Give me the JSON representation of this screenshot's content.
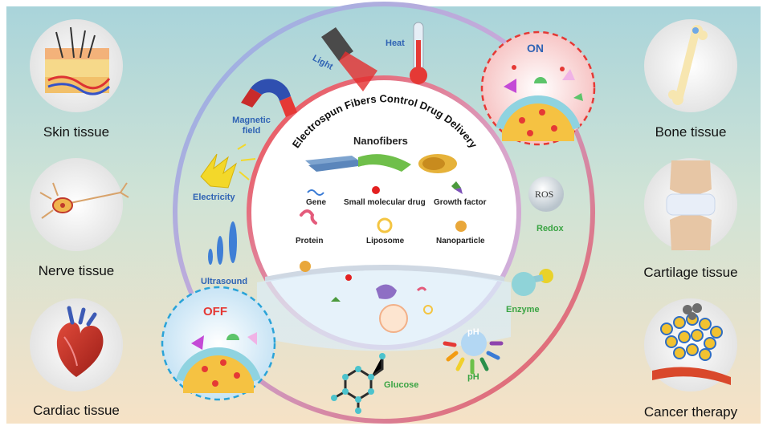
{
  "left_tissues": [
    {
      "label": "Skin tissue"
    },
    {
      "label": "Nerve tissue"
    },
    {
      "label": "Cardiac tissue"
    }
  ],
  "right_tissues": [
    {
      "label": "Bone tissue"
    },
    {
      "label": "Cartilage tissue"
    },
    {
      "label": "Cancer therapy"
    }
  ],
  "center": {
    "arc_title": "Electrospun Fibers Control Drug Delivery",
    "nanofibers_label": "Nanofibers",
    "cargo": {
      "gene": "Gene",
      "small_molecular_drug": "Small molecular drug",
      "growth_factor": "Growth factor",
      "protein": "Protein",
      "liposome": "Liposome",
      "nanoparticle": "Nanoparticle"
    }
  },
  "stimuli": {
    "light": "Light",
    "heat": "Heat",
    "magnetic_field": "Magnetic\nfield",
    "electricity": "Electricity",
    "ultrasound": "Ultrasound",
    "ros_bubble": "ROS",
    "redox": "Redox",
    "enzyme": "Enzyme",
    "ph_bubble": "pH",
    "ph": "pH",
    "glucose": "Glucose"
  },
  "states": {
    "on": "ON",
    "off": "OFF"
  },
  "colors": {
    "accent_red": "#e53935",
    "accent_blue": "#2f63b4",
    "accent_green": "#3aa443"
  }
}
